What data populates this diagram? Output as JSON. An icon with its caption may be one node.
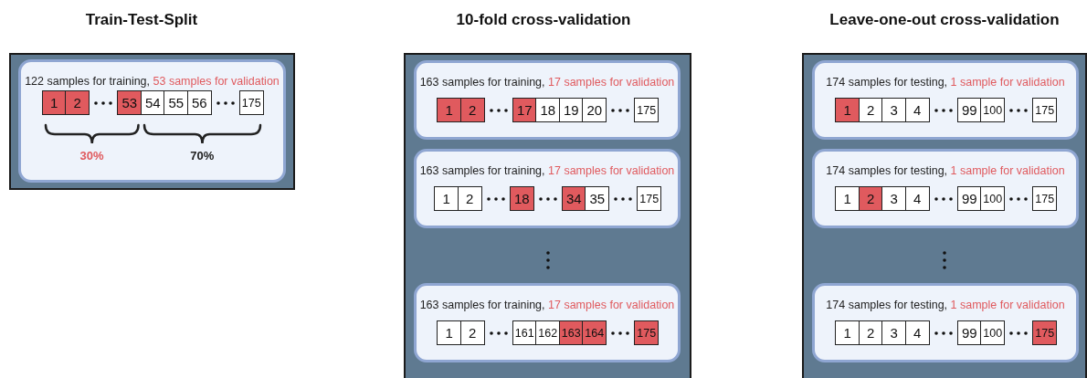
{
  "diagram": {
    "nodes": [
      {
        "text": [
          "Train-Test-Split"
        ]
      },
      {
        "text": [
          "122 samples for training,",
          "53 samples for validation"
        ],
        "in": 0
      },
      {
        "text": [
          "1"
        ],
        "in": 1
      },
      {
        "text": [
          "2"
        ],
        "in": 1
      },
      {
        "text": [
          "53"
        ],
        "in": 1
      },
      {
        "text": [
          "54"
        ],
        "in": 1
      },
      {
        "text": [
          "55"
        ],
        "in": 1
      },
      {
        "text": [
          "56"
        ],
        "in": 1
      },
      {
        "text": [
          "175"
        ],
        "in": 1
      },
      {
        "text": [
          "10-fold cross-validation"
        ]
      },
      {
        "text": [
          "163 samples for training,",
          "17 samples for validation"
        ],
        "in": 9
      },
      {
        "text": [
          "1"
        ],
        "in": 10
      },
      {
        "text": [
          "2"
        ],
        "in": 10
      },
      {
        "text": [
          "17"
        ],
        "in": 10
      },
      {
        "text": [
          "18"
        ],
        "in": 10
      },
      {
        "text": [
          "19"
        ],
        "in": 10
      },
      {
        "text": [
          "20"
        ],
        "in": 10
      },
      {
        "text": [
          "175"
        ],
        "in": 10
      },
      {
        "text": [
          "163 samples for training,",
          "17 samples for validation"
        ],
        "in": 9
      },
      {
        "text": [
          "1"
        ],
        "in": 18
      },
      {
        "text": [
          "2"
        ],
        "in": 18
      },
      {
        "text": [
          "18"
        ],
        "in": 18
      },
      {
        "text": [
          "34"
        ],
        "in": 18
      },
      {
        "text": [
          "35"
        ],
        "in": 18
      },
      {
        "text": [
          "175"
        ],
        "in": 18
      },
      {
        "text": [
          "163 samples for training,",
          "17 samples for validation"
        ],
        "in": 9
      },
      {
        "text": [
          "1"
        ],
        "in": 25
      },
      {
        "text": [
          "2"
        ],
        "in": 25
      },
      {
        "text": [
          "161"
        ],
        "in": 25
      },
      {
        "text": [
          "162"
        ],
        "in": 25
      },
      {
        "text": [
          "163"
        ],
        "in": 25
      },
      {
        "text": [
          "164"
        ],
        "in": 25
      },
      {
        "text": [
          "175"
        ],
        "in": 25
      },
      {
        "text": [
          "Leave-one-out cross-validation"
        ]
      },
      {
        "text": [
          "174 samples for testing,",
          "1 sample for validation"
        ],
        "in": 33
      },
      {
        "text": [
          "1"
        ],
        "in": 34
      },
      {
        "text": [
          "2"
        ],
        "in": 34
      },
      {
        "text": [
          "3"
        ],
        "in": 34
      },
      {
        "text": [
          "4"
        ],
        "in": 34
      },
      {
        "text": [
          "99"
        ],
        "in": 34
      },
      {
        "text": [
          "100"
        ],
        "in": 34
      },
      {
        "text": [
          "175"
        ],
        "in": 34
      },
      {
        "text": [
          "174 samples for testing,",
          "1 sample for validation"
        ],
        "in": 33
      },
      {
        "text": [
          "1"
        ],
        "in": 42
      },
      {
        "text": [
          "2"
        ],
        "in": 42
      },
      {
        "text": [
          "3"
        ],
        "in": 42
      },
      {
        "text": [
          "4"
        ],
        "in": 42
      },
      {
        "text": [
          "99"
        ],
        "in": 42
      },
      {
        "text": [
          "100"
        ],
        "in": 42
      },
      {
        "text": [
          "175"
        ],
        "in": 42
      },
      {
        "text": [
          "174 samples for testing,",
          "1 sample for validation"
        ],
        "in": 33
      },
      {
        "text": [
          "1"
        ],
        "in": 50
      },
      {
        "text": [
          "2"
        ],
        "in": 50
      },
      {
        "text": [
          "3"
        ],
        "in": 50
      },
      {
        "text": [
          "4"
        ],
        "in": 50
      },
      {
        "text": [
          "99"
        ],
        "in": 50
      },
      {
        "text": [
          "100"
        ],
        "in": 50
      },
      {
        "text": [
          "175"
        ],
        "in": 50
      }
    ],
    "labels": [
      "30%",
      "70%"
    ]
  }
}
